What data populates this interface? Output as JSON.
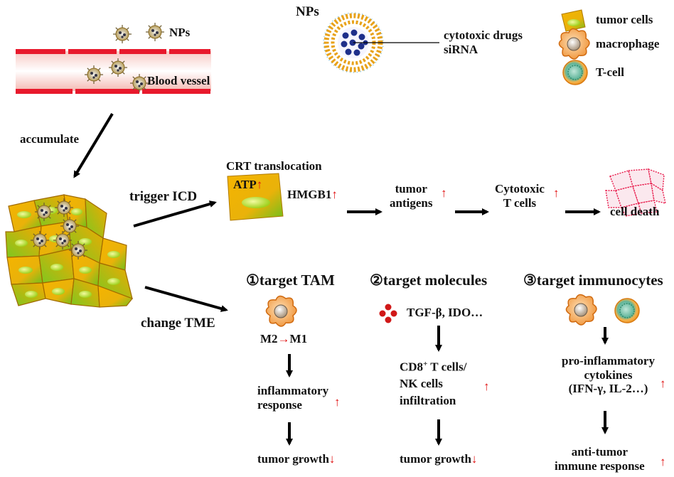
{
  "legend": {
    "nps_label": "NPs",
    "drug_label": "cytotoxic drugs",
    "sirna_label": "siRNA",
    "tumor_cells": "tumor cells",
    "macrophage": "macrophage",
    "t_cell": "T-cell"
  },
  "vessel": {
    "nps_label": "NPs",
    "vessel_label": "Blood vessel"
  },
  "flow": {
    "accumulate": "accumulate",
    "trigger_icd": "trigger ICD",
    "change_tme": "change TME"
  },
  "icd": {
    "crt": "CRT translocation",
    "atp": "ATP",
    "hmgb1": "HMGB1",
    "tumor_antigens": [
      "tumor",
      "antigens"
    ],
    "cytotoxic_t": [
      "Cytotoxic",
      "T cells"
    ],
    "cell_death": "cell death"
  },
  "branch1": {
    "title": "①target TAM",
    "m2": "M2",
    "m1": "M1",
    "step1": [
      "inflammatory",
      "response"
    ],
    "step2": "tumor growth"
  },
  "branch2": {
    "title": "②target molecules",
    "molecules": "TGF-β, IDO…",
    "step1_a": "CD8",
    "step1_sup": "+",
    "step1_b": " T cells/",
    "step1_c": "NK cells",
    "step1_d": "infiltration",
    "step2": "tumor growth"
  },
  "branch3": {
    "title": "③target immunocytes",
    "step1": [
      "pro-inflammatory",
      "cytokines",
      "(IFN-γ, IL-2…)"
    ],
    "step2": [
      "anti-tumor",
      "immune response"
    ]
  },
  "markers": {
    "up": "↑",
    "down": "↓",
    "right": "→"
  },
  "colors": {
    "red": "#e01010",
    "vessel": "#e8192c",
    "tumor_orange": "#f2a400",
    "tumor_green": "#7dc21e",
    "nucleus": "#cdea3a"
  }
}
